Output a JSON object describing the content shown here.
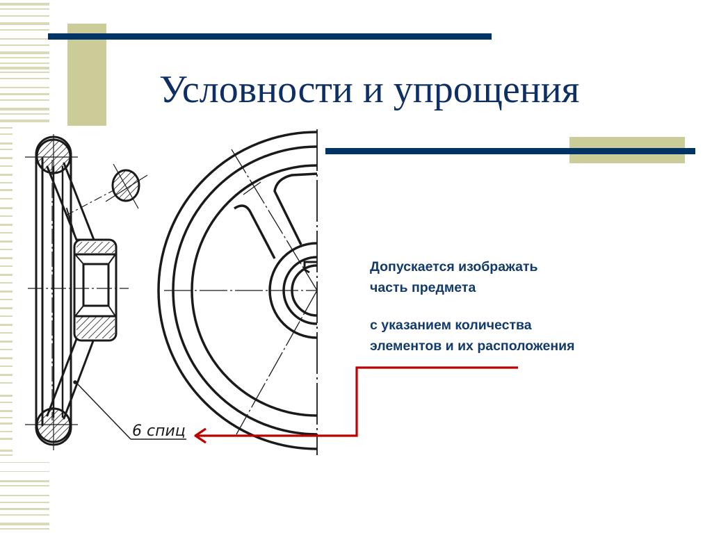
{
  "slide": {
    "title": "Условности и упрощения",
    "paragraphs": [
      {
        "line1": "Допускается изображать",
        "line2": "часть предмета"
      },
      {
        "line1": "с указанием количества",
        "line2": "элементов и их расположения"
      }
    ],
    "drawing_annotation": "6 спиц",
    "colors": {
      "title": "#0d2f63",
      "accent_bar": "#003366",
      "deco_rect": "#cccc99",
      "stripes": "#d9d9b8",
      "pointer_arrow": "#c00000",
      "drawing_ink": "#1a1a1a"
    }
  }
}
